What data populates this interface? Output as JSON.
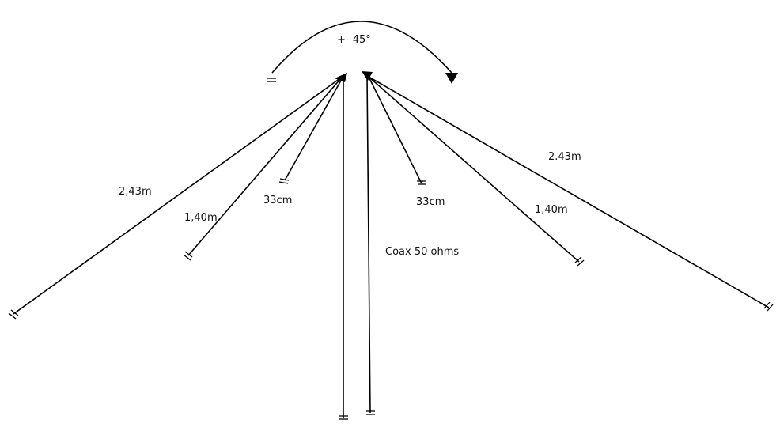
{
  "labels": {
    "rotation": "+- 45°",
    "left_long": "2,43m",
    "left_mid": "1,40m",
    "left_short": "33cm",
    "right_short": "33cm",
    "right_mid": "1,40m",
    "right_long": "2.43m",
    "coax": "Coax 50 ohms"
  },
  "colors": {
    "line": "#000000",
    "text": "#111111",
    "background": "#ffffff"
  },
  "icons": {
    "wire_end": "double-tick-marker",
    "arrow": "arrow-head"
  }
}
